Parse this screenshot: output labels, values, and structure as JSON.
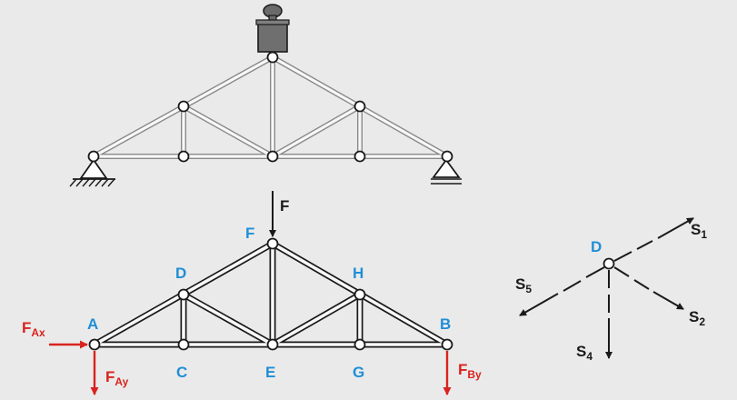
{
  "colors": {
    "background": "#eaeaea",
    "member": "#ffffff",
    "outline": "#1a1a1a",
    "node_label": "#1f8fd6",
    "reaction": "#d9231f",
    "force": "#1a1a1a"
  },
  "top_figure": {
    "symbols": [
      "weight-icon",
      "pin-support-icon",
      "roller-support-icon"
    ]
  },
  "truss_labels": {
    "nodes": {
      "A": "A",
      "B": "B",
      "C": "C",
      "D": "D",
      "E": "E",
      "F": "F",
      "G": "G",
      "H": "H"
    },
    "load": "F",
    "reactions": {
      "FAx": {
        "main": "F",
        "sub": "Ax"
      },
      "FAy": {
        "main": "F",
        "sub": "Ay"
      },
      "FBy": {
        "main": "F",
        "sub": "By"
      }
    }
  },
  "node_d_fbd": {
    "node": "D",
    "forces": [
      {
        "main": "S",
        "sub": "1"
      },
      {
        "main": "S",
        "sub": "2"
      },
      {
        "main": "S",
        "sub": "4"
      },
      {
        "main": "S",
        "sub": "5"
      }
    ]
  }
}
